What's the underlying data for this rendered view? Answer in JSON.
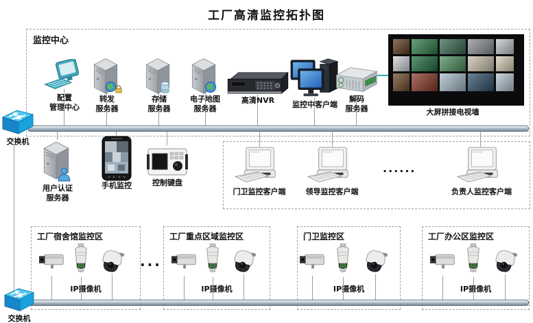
{
  "title": "工厂高清监控拓扑图",
  "monitoring_center": {
    "label": "监控中心",
    "devices": [
      {
        "name": "config-management-center",
        "label": "配置",
        "label2": "管理中心"
      },
      {
        "name": "forward-server",
        "label": "转发",
        "label2": "服务器"
      },
      {
        "name": "storage-server",
        "label": "存储",
        "label2": "服务器"
      },
      {
        "name": "emap-server",
        "label": "电子地图",
        "label2": "服务器"
      },
      {
        "name": "hd-nvr",
        "label": "高清NVR"
      },
      {
        "name": "center-client",
        "label": "监控中客户端"
      },
      {
        "name": "decoder-server",
        "label": "解码",
        "label2": "服务器"
      }
    ],
    "tv_wall": {
      "label": "大屏拼接电视墙",
      "thumb_colors": [
        "#5f3d20",
        "#2f7d4a",
        "#3b6b52",
        "#8d9196",
        "#c3c7cb",
        "#d2d6d9",
        "#1e6f3e",
        "#4f8f5e",
        "#cbc2ad",
        "#d9cfb6",
        "#6e4a28",
        "#8a3a28",
        "#a8bdcb",
        "#32506b",
        "#b8c6d2"
      ]
    }
  },
  "switch_top": {
    "label": "交换机"
  },
  "switch_bottom": {
    "label": "交换机"
  },
  "middle_devices": [
    {
      "name": "auth-server",
      "label": "用户认证",
      "label2": "服务器"
    },
    {
      "name": "phone-monitor",
      "label": "手机监控"
    },
    {
      "name": "control-keyboard",
      "label": "控制键盘"
    }
  ],
  "clients": {
    "items": [
      {
        "name": "gate-client",
        "label": "门卫监控客户端"
      },
      {
        "name": "leader-client",
        "label": "领导监控客户端"
      },
      {
        "name": "manager-client",
        "label": "负责人监控客户端"
      }
    ],
    "ellipsis": "······"
  },
  "zones": [
    {
      "title": "工厂宿舍馆监控区",
      "camera_label": "IP摄像机"
    },
    {
      "title": "工厂重点区域监控区",
      "camera_label": "IP摄像机"
    },
    {
      "title": "门卫监控区",
      "camera_label": "IP摄像机"
    },
    {
      "title": "工厂办公区监控区",
      "camera_label": "IP摄像机"
    }
  ],
  "zone_ellipsis": "···",
  "colors": {
    "bus": "#a8b7c2",
    "switch_cyan": "#1e9ad6",
    "screen_blue": "#3f87d2",
    "cable_teal": "#27aebc",
    "camera_green": "#2f6e2f",
    "dashed_border": "#9aa0a6"
  }
}
